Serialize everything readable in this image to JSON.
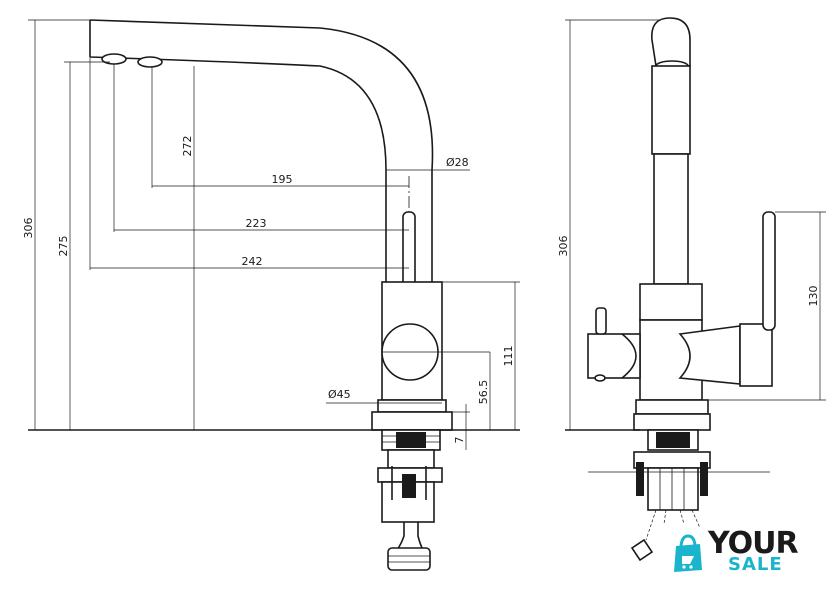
{
  "dimensions": {
    "front": {
      "d306": "306",
      "d275": "275",
      "d272": "272",
      "d195": "195",
      "d28": "Ø28",
      "d223": "223",
      "d242": "242",
      "d111": "111",
      "d56": "56.5",
      "d45": "Ø45",
      "d7": "7"
    },
    "side": {
      "d306": "306",
      "d130": "130"
    }
  },
  "logo": {
    "word1": "YOUR",
    "word2": "SALE",
    "accent": "#1ab5cc"
  }
}
